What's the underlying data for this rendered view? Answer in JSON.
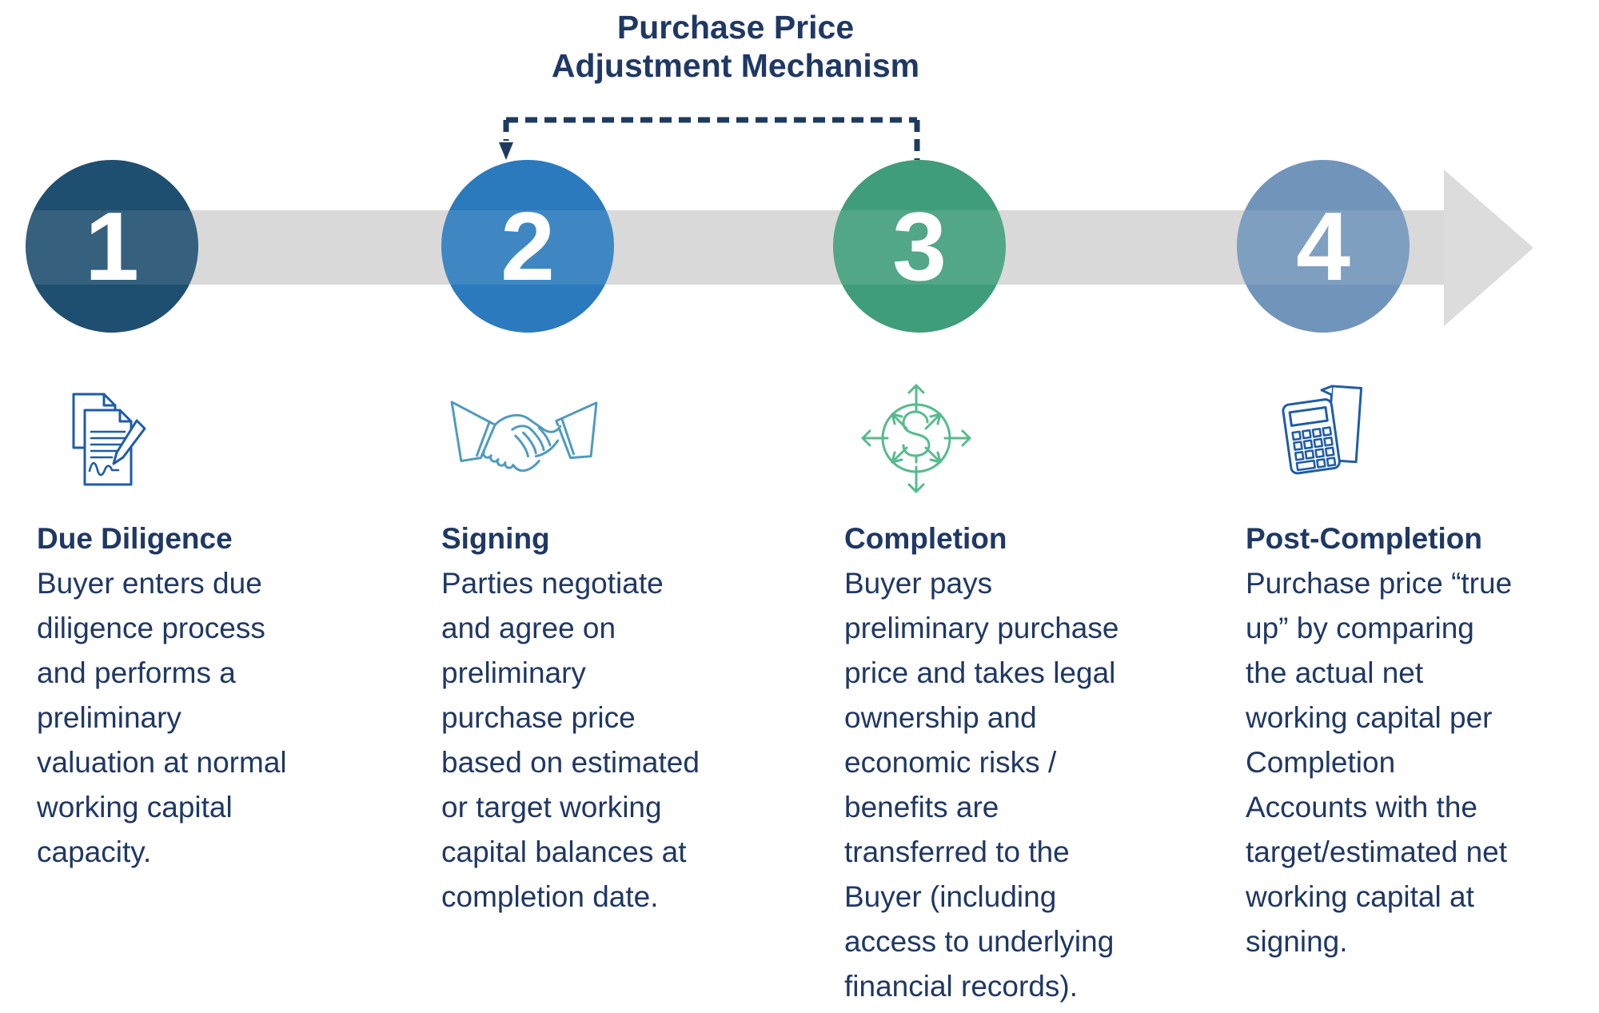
{
  "title": {
    "line1": "Purchase Price",
    "line2": "Adjustment Mechanism"
  },
  "steps": [
    {
      "number": "1",
      "circle_color": "#1F4F70",
      "icon": "signed-documents-icon",
      "heading": "Due Diligence",
      "body_lines": [
        "Buyer enters due",
        "diligence process",
        "and performs a",
        "preliminary",
        "valuation at normal",
        "working capital",
        "capacity."
      ]
    },
    {
      "number": "2",
      "circle_color": "#2A7ABD",
      "icon": "handshake-icon",
      "heading": "Signing",
      "body_lines": [
        "Parties negotiate",
        "and agree on",
        "preliminary",
        "purchase price",
        "based on estimated",
        "or target working",
        "capital balances at",
        "completion date."
      ]
    },
    {
      "number": "3",
      "circle_color": "#3F9D7B",
      "icon": "money-distribution-icon",
      "heading": "Completion",
      "body_lines": [
        "Buyer pays",
        "preliminary purchase",
        "price and takes legal",
        "ownership and",
        "economic risks /",
        "benefits are",
        "transferred to the",
        "Buyer (including",
        "access to underlying",
        "financial records)."
      ]
    },
    {
      "number": "4",
      "circle_color": "#7195BA",
      "icon": "calculator-document-icon",
      "heading": "Post-Completion",
      "body_lines": [
        "Purchase price “true",
        "up” by comparing",
        "the actual net",
        "working capital per",
        "Completion",
        "Accounts with the",
        "target/estimated net",
        "working capital at",
        "signing."
      ]
    }
  ],
  "colors": {
    "title_text": "#1F3864",
    "heading_text": "#1F3864",
    "body_text": "#1F3864",
    "dashed_connector": "#1E3A5F",
    "timeline_band": "#D9D9D9",
    "document_icon": "#1E5CA8",
    "handshake_icon": "#4E9ABF",
    "money_icon": "#56BB8D",
    "calculator_icon": "#1E5CA8"
  }
}
